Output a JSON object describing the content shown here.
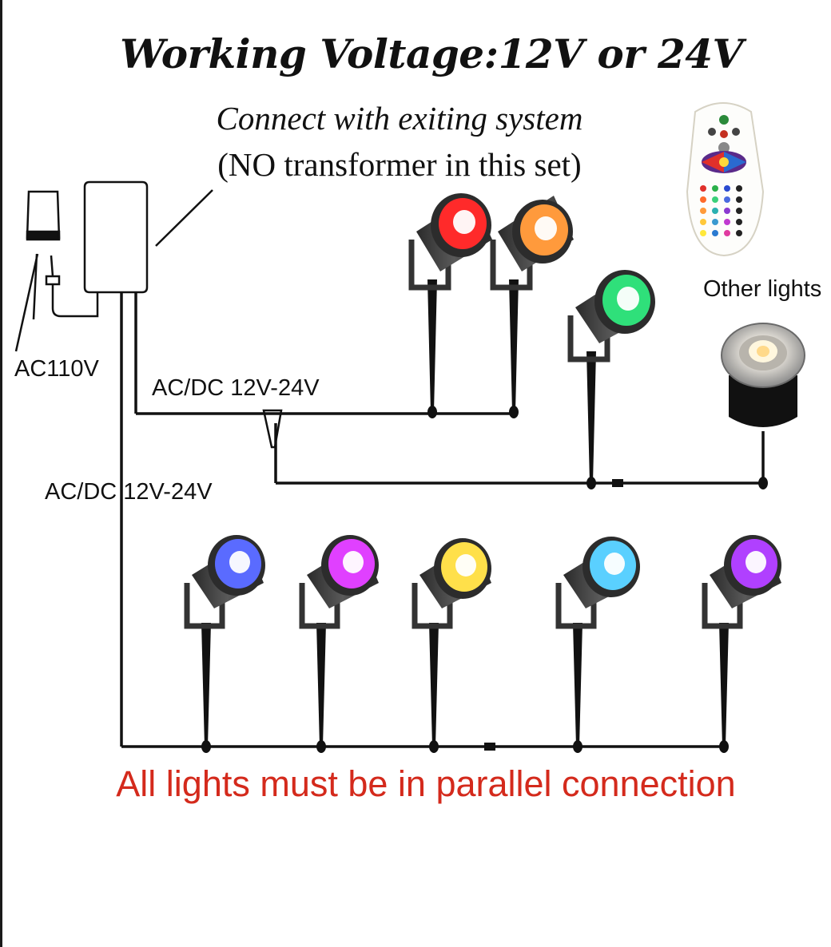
{
  "title": "Working Voltage:12V or 24V",
  "subtitle_line1": "Connect with exiting system",
  "subtitle_line2": "(NO transformer in this set)",
  "labels": {
    "mains": "AC110V",
    "branch_voltage": "AC/DC 12V-24V",
    "main_line_voltage": "AC/DC 12V-24V",
    "other_lights": "Other lights"
  },
  "note": "All lights must be in parallel connection",
  "colors": {
    "note_red": "#d42a1c",
    "line_black": "#111111"
  },
  "top_spotlights": [
    {
      "name": "spotlight-red",
      "color": "#ff2a2a"
    },
    {
      "name": "spotlight-orange",
      "color": "#ff9a3c"
    },
    {
      "name": "spotlight-green",
      "color": "#2fe07a"
    }
  ],
  "bottom_spotlights": [
    {
      "name": "spotlight-blue",
      "color": "#5a6bff"
    },
    {
      "name": "spotlight-magenta",
      "color": "#e040ff"
    },
    {
      "name": "spotlight-yellow",
      "color": "#ffe04a"
    },
    {
      "name": "spotlight-cyan",
      "color": "#5ad0ff"
    },
    {
      "name": "spotlight-purple",
      "color": "#b040ff"
    }
  ],
  "icons": [
    "power-plug-icon",
    "transformer-icon",
    "remote-control-icon",
    "inground-light-icon"
  ]
}
